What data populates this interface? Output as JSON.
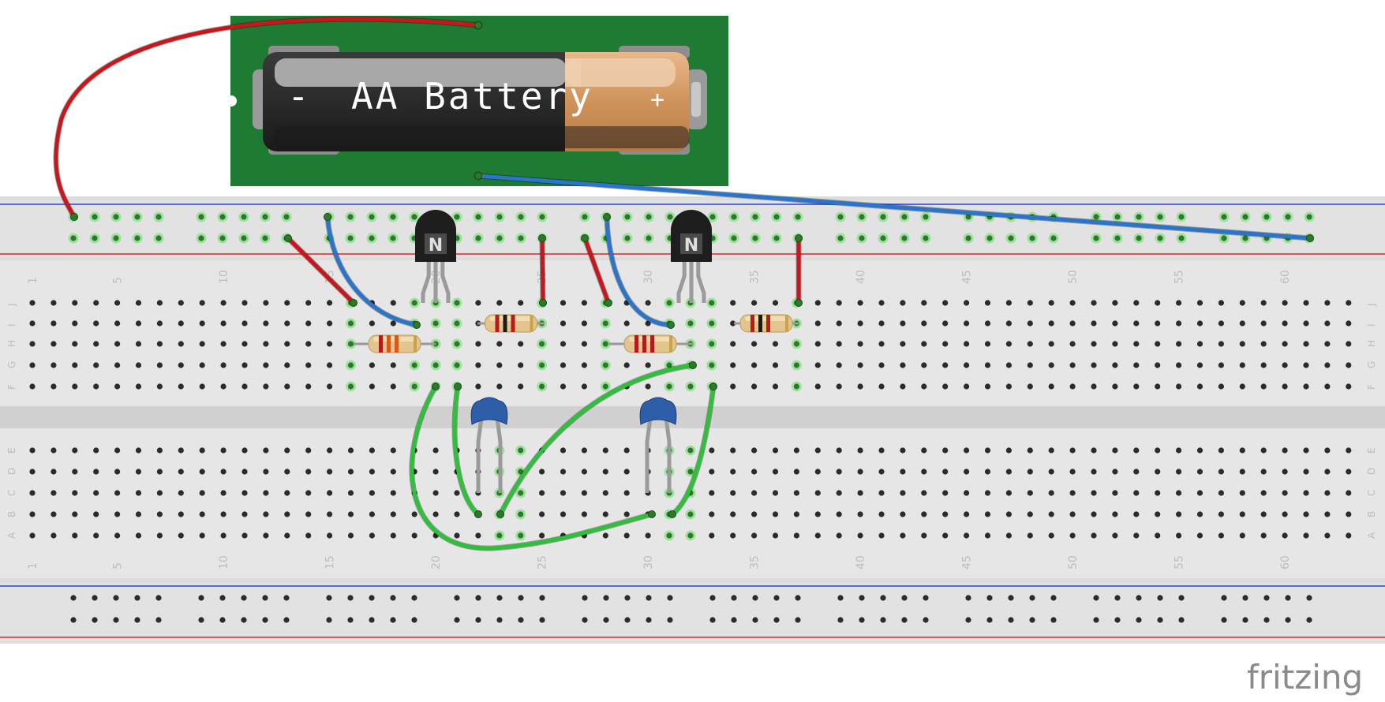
{
  "battery": {
    "minus_label": "-",
    "name_label": "AA Battery",
    "plus_label": "+"
  },
  "breadboard": {
    "columns": 63,
    "top_row_labels": [
      "J",
      "I",
      "H",
      "G",
      "F"
    ],
    "bottom_row_labels": [
      "E",
      "D",
      "C",
      "B",
      "A"
    ],
    "column_labels": [
      "1",
      "5",
      "10",
      "15",
      "20",
      "25",
      "30",
      "35",
      "40",
      "45",
      "50",
      "55",
      "60"
    ]
  },
  "components": {
    "transistor_1_mark": "N",
    "transistor_2_mark": "N"
  },
  "branding": {
    "logo_text": "fritzing"
  },
  "colors": {
    "pcb": "#1f7a34",
    "wire_red": "#c8161d",
    "wire_blue": "#2a75c9",
    "wire_green": "#2ebf3b",
    "capacitor": "#2e5ea8",
    "rail_blue": "#2b3fd6",
    "rail_red": "#d42a2a"
  }
}
